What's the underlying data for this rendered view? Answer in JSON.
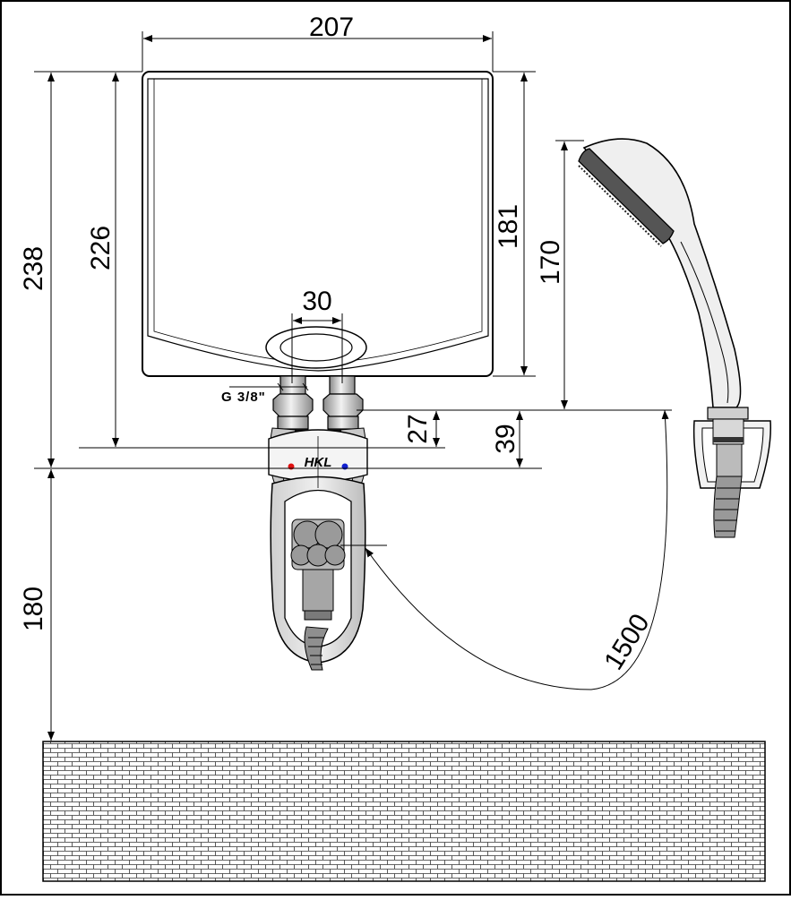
{
  "dimensions": {
    "top_width": "207",
    "total_height": "238",
    "body_height": "226",
    "inner_height": "181",
    "shower_height": "170",
    "connector_spacing": "30",
    "tap_offset_27": "27",
    "tap_offset_39": "39",
    "floor_clearance": "180",
    "hose_length": "1500"
  },
  "labels": {
    "thread": "G 3/8\"",
    "brand": "HKL"
  },
  "colors": {
    "line": "#000000",
    "hot_marker": "#e01010",
    "cold_marker": "#1020d0",
    "heater_face": "#ffffff",
    "metal_light": "#e6e6e6",
    "metal_mid": "#b4b4b4",
    "metal_dark": "#7a7a7a",
    "shower_face": "#555555",
    "wall_fill": "#ffffff"
  }
}
